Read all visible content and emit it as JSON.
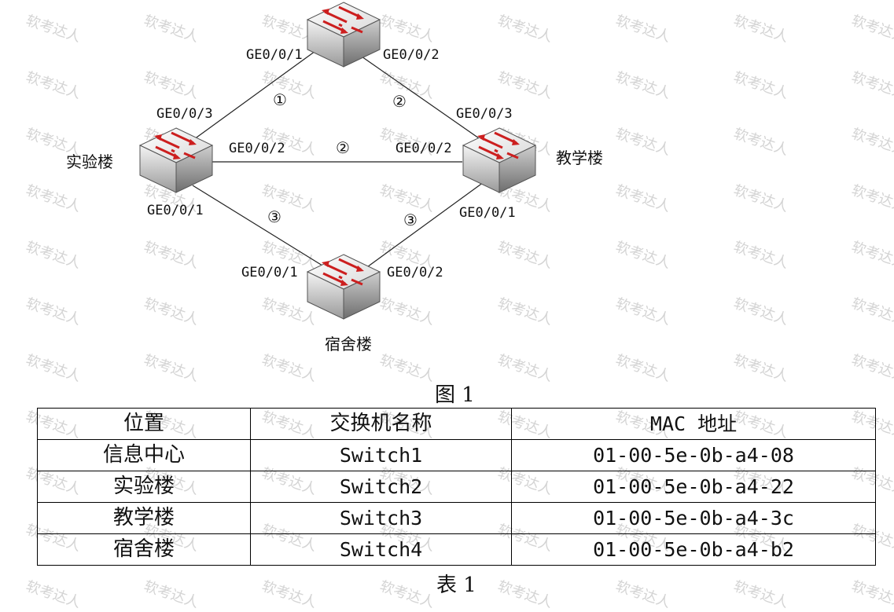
{
  "watermark_text": "软考达人",
  "topology": {
    "switches": [
      {
        "id": "top",
        "label": ""
      },
      {
        "id": "left",
        "label": "实验楼"
      },
      {
        "id": "right",
        "label": "教学楼"
      },
      {
        "id": "bottom",
        "label": "宿舍楼"
      }
    ],
    "ports": {
      "top_ge1": "GE0/0/1",
      "top_ge2": "GE0/0/2",
      "left_ge3": "GE0/0/3",
      "left_ge2": "GE0/0/2",
      "left_ge1": "GE0/0/1",
      "right_ge3": "GE0/0/3",
      "right_ge2": "GE0/0/2",
      "right_ge1": "GE0/0/1",
      "bottom_ge1": "GE0/0/1",
      "bottom_ge2": "GE0/0/2"
    },
    "link_marks": {
      "top_left": "①",
      "top_right": "②",
      "left_right": "②",
      "left_bottom": "③",
      "right_bottom": "③"
    },
    "colors": {
      "switch_body": "#e6e6e6",
      "switch_arrow": "#cc1f1f",
      "line": "#222222"
    }
  },
  "figure_caption": "图 1",
  "table": {
    "headers": [
      "位置",
      "交换机名称",
      "MAC 地址"
    ],
    "rows": [
      [
        "信息中心",
        "Switch1",
        "01-00-5e-0b-a4-08"
      ],
      [
        "实验楼",
        "Switch2",
        "01-00-5e-0b-a4-22"
      ],
      [
        "教学楼",
        "Switch3",
        "01-00-5e-0b-a4-3c"
      ],
      [
        "宿舍楼",
        "Switch4",
        "01-00-5e-0b-a4-b2"
      ]
    ]
  },
  "table_caption": "表 1"
}
